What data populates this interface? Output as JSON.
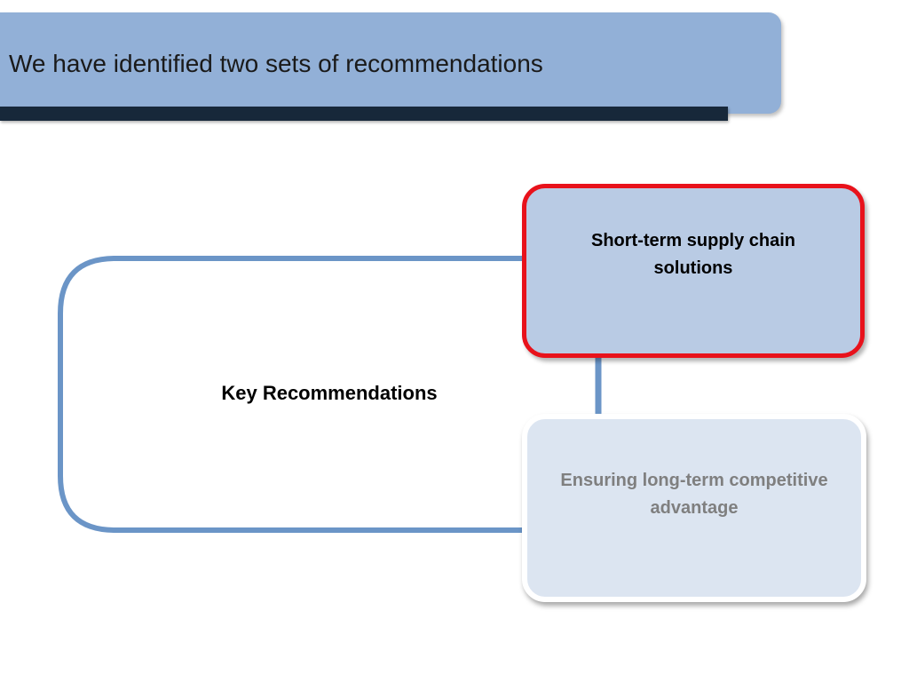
{
  "slide": {
    "title": "We have identified two sets of recommendations"
  },
  "diagram": {
    "root_label": "Key Recommendations",
    "branches": [
      {
        "label": "Short-term supply chain solutions",
        "state": "highlighted"
      },
      {
        "label": "Ensuring long-term competitive advantage",
        "state": "dimmed"
      }
    ]
  },
  "colors": {
    "title_banner": "#92b0d7",
    "title_rule": "#17283a",
    "connector": "#6b95c7",
    "highlight_border": "#e8121b",
    "highlighted_box_fill": "#b9cbe4",
    "dimmed_box_fill": "#dce5f1",
    "dimmed_text": "#7f7f7f"
  }
}
